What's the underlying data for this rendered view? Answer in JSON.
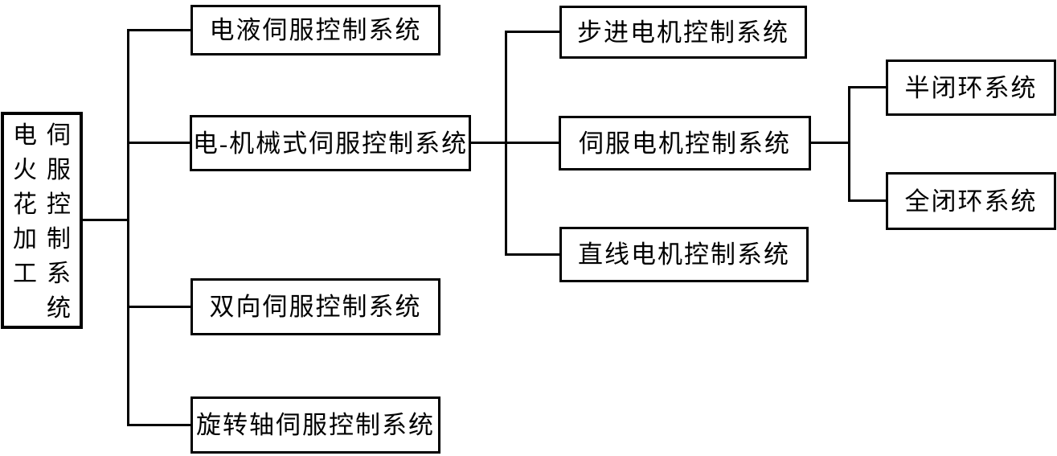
{
  "diagram": {
    "description_note": "tree-diagram",
    "colors": {
      "line": "#000000",
      "background": "#ffffff"
    },
    "root": {
      "column_left": "电火花加工",
      "column_right": "伺服控制系统"
    },
    "level2": [
      {
        "label": "电液伺服控制系统"
      },
      {
        "label": "电-机械式伺服控制系统"
      },
      {
        "label": "双向伺服控制系统"
      },
      {
        "label": "旋转轴伺服控制系统"
      }
    ],
    "level3": [
      {
        "label": "步进电机控制系统"
      },
      {
        "label": "伺服电机控制系统"
      },
      {
        "label": "直线电机控制系统"
      }
    ],
    "level4": [
      {
        "label": "半闭环系统"
      },
      {
        "label": "全闭环系统"
      }
    ]
  }
}
